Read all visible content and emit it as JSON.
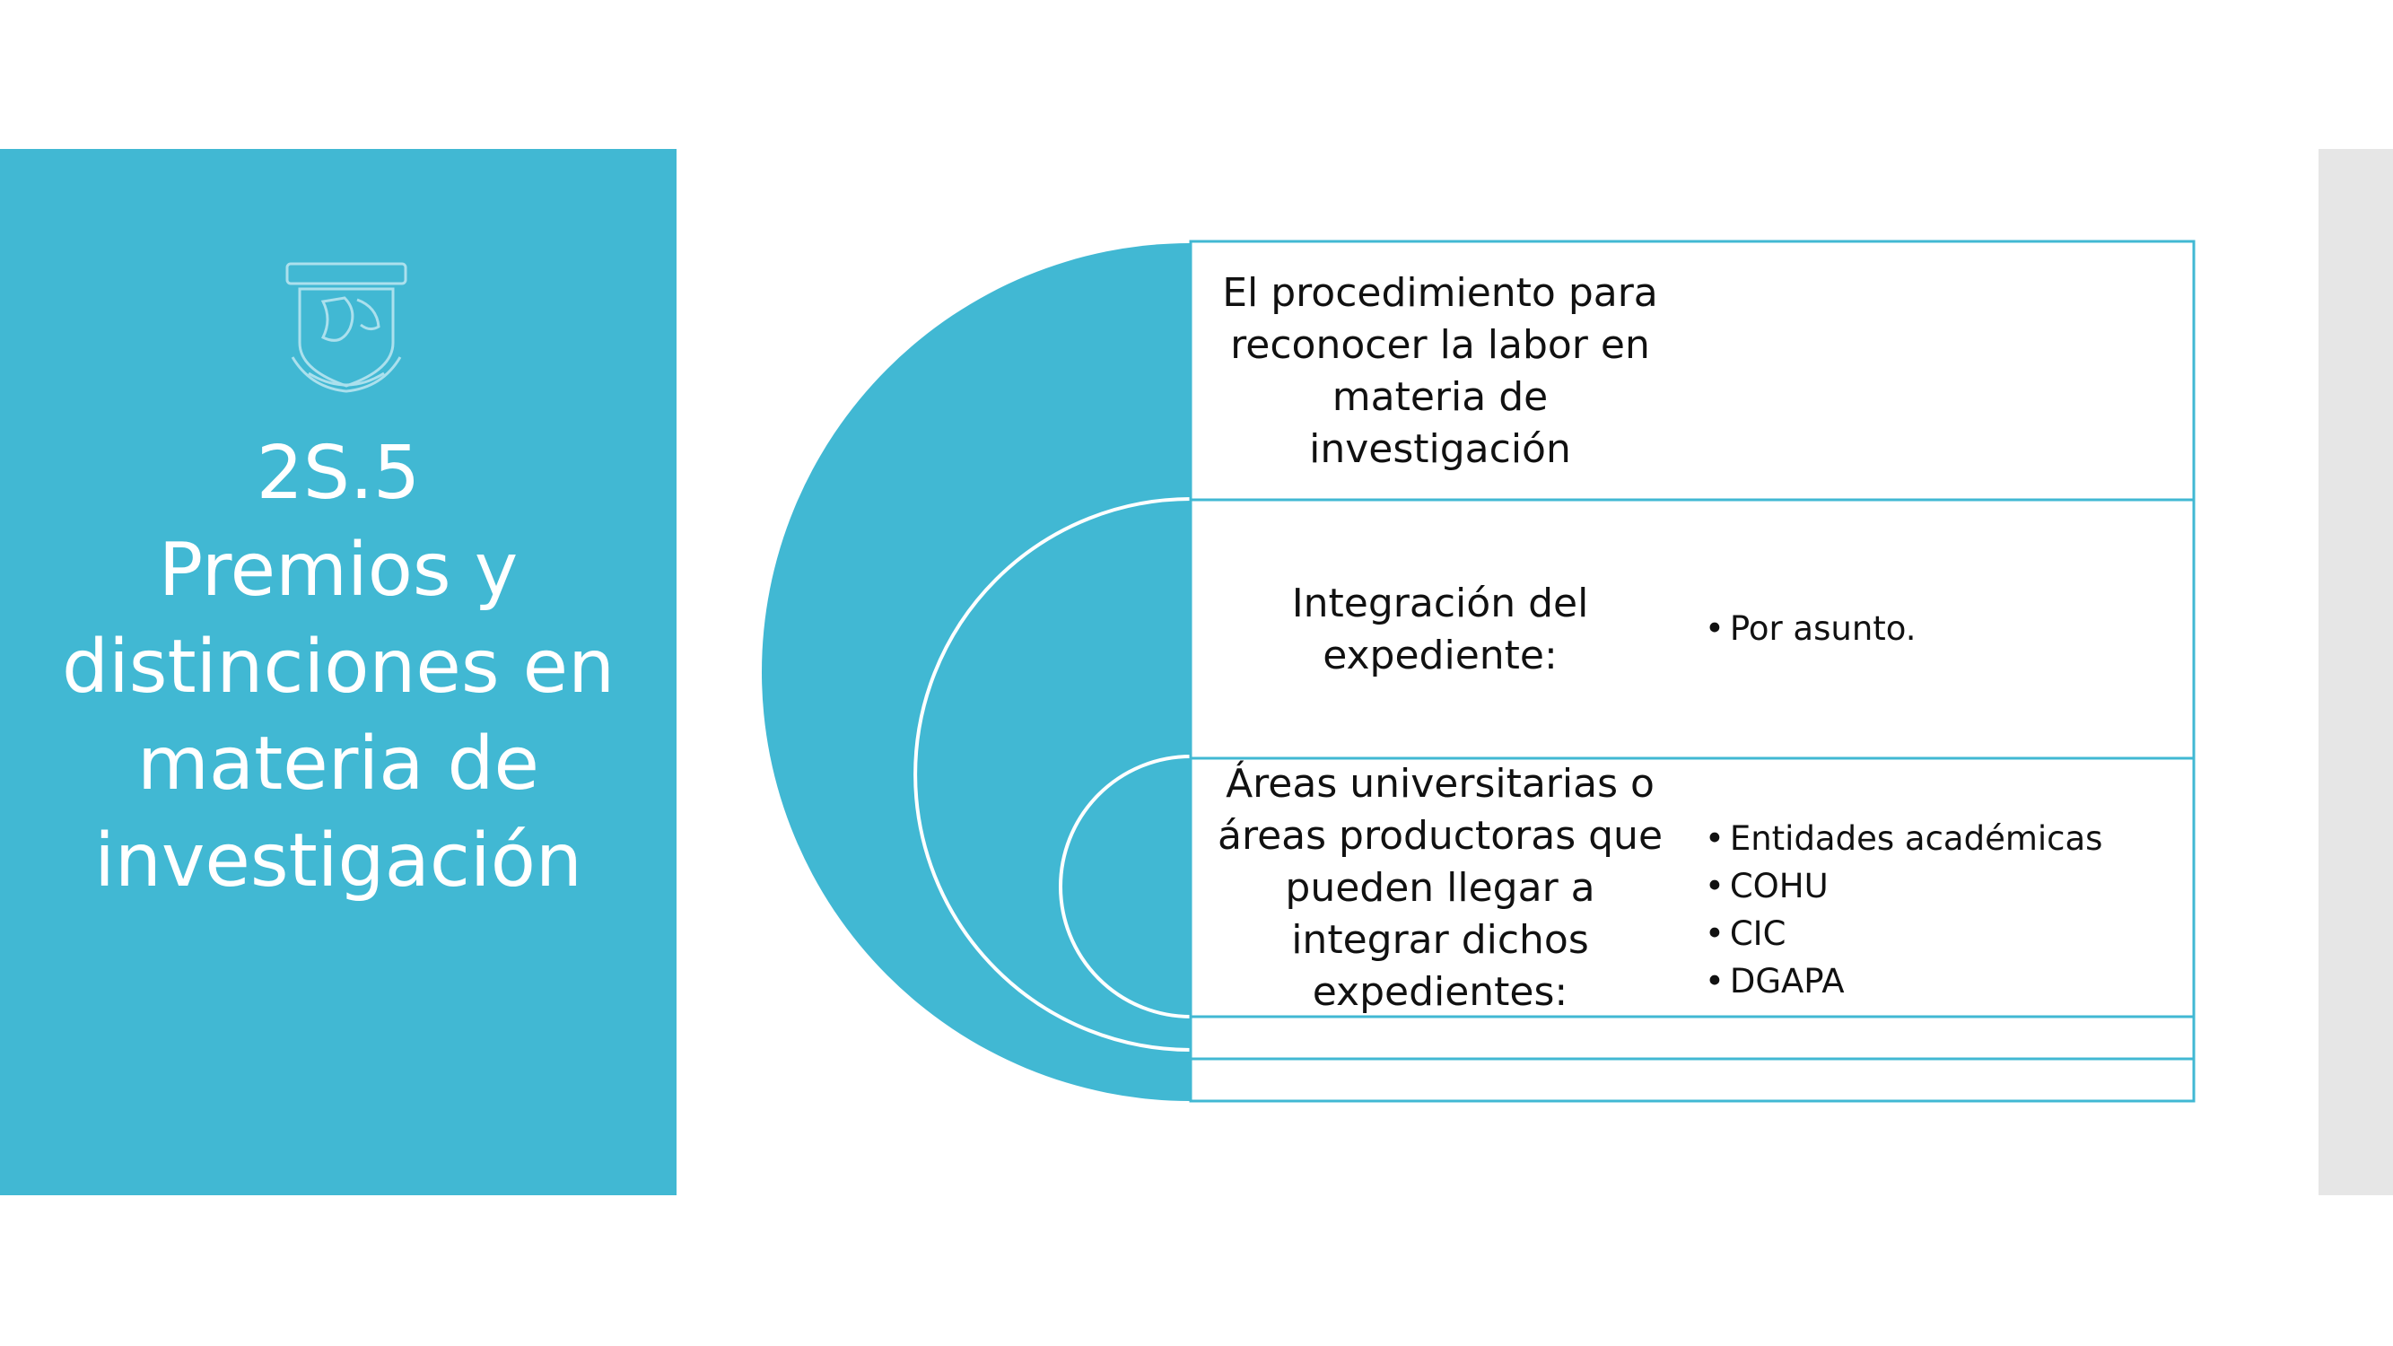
{
  "colors": {
    "accent": "#41b8d3",
    "border": "#41b8d3",
    "strip": "#e6e6e6",
    "text": "#111111",
    "title_text": "#ffffff"
  },
  "emblem": {
    "icon": "university-seal-icon"
  },
  "title": {
    "code": "2S.5",
    "line1": "Premios y",
    "line2": "distinciones en",
    "line3": "materia de",
    "line4": "investigación"
  },
  "rows": [
    {
      "label": "El procedimiento para reconocer la labor en materia de investigación",
      "bullets": []
    },
    {
      "label": "Integración del expediente:",
      "bullets": [
        "Por asunto."
      ]
    },
    {
      "label": "Áreas universitarias o áreas productoras que pueden llegar a integrar dichos expedientes:",
      "bullets": [
        "Entidades académicas",
        "COHU",
        "CIC",
        "DGAPA"
      ]
    }
  ]
}
